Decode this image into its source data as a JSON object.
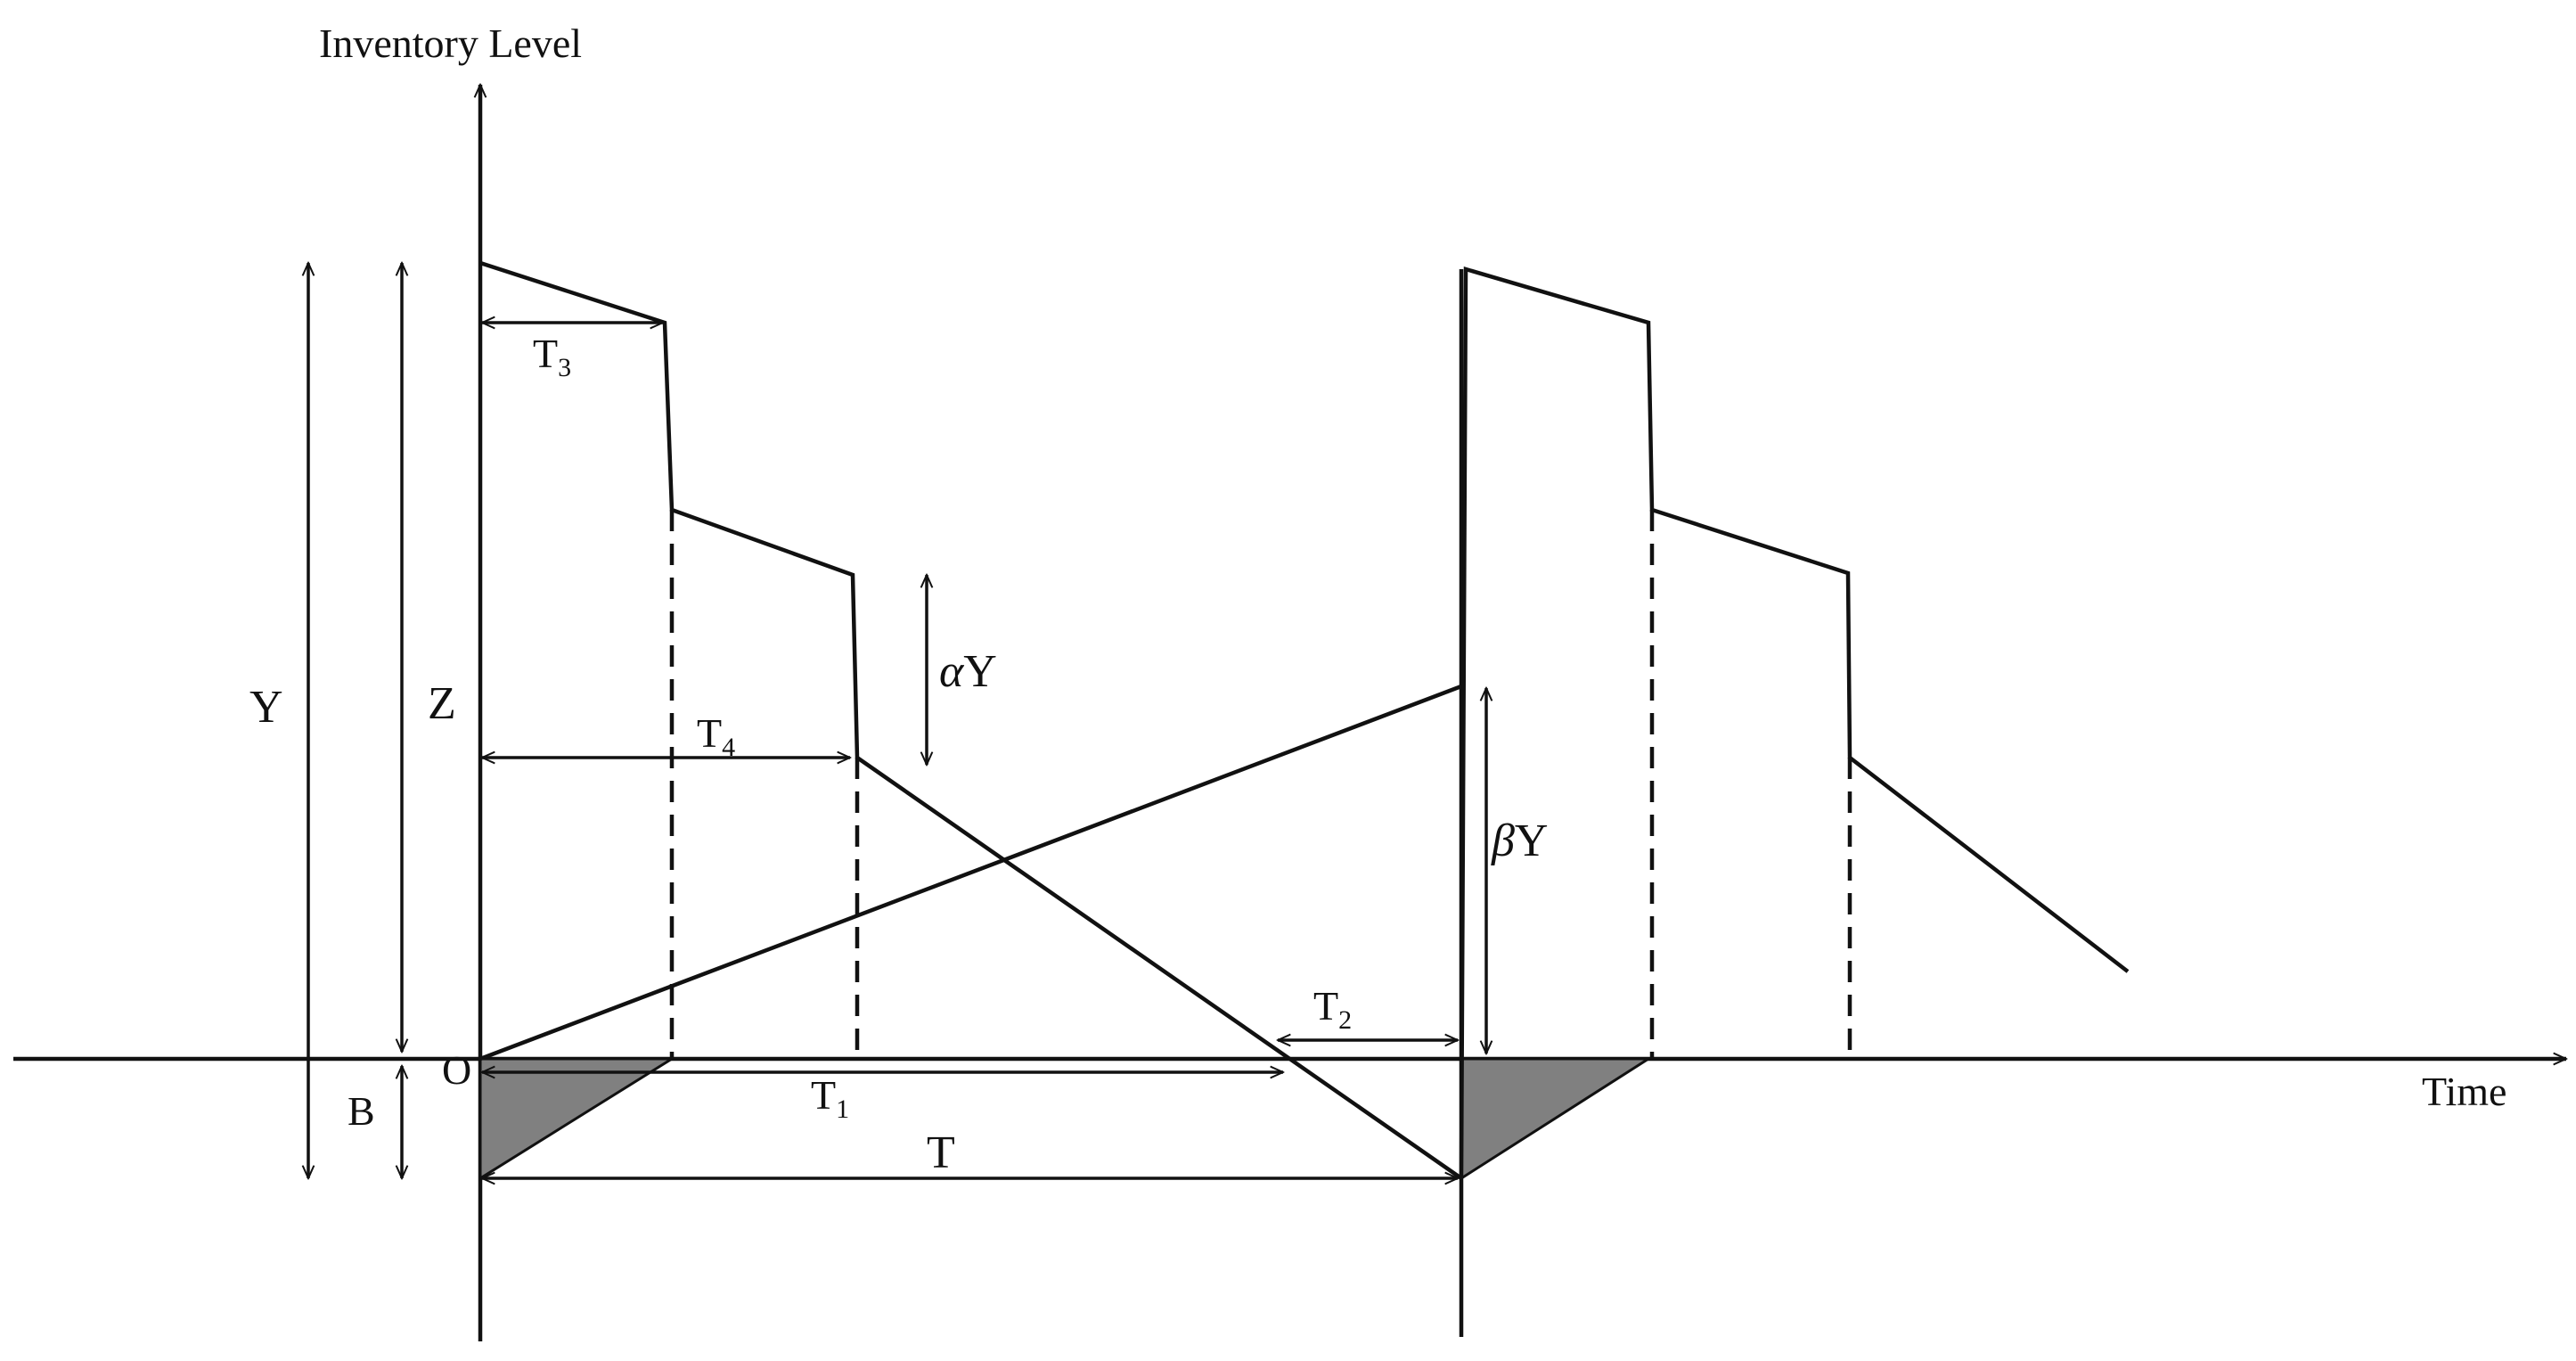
{
  "axes": {
    "y_label": "Inventory Level",
    "x_label": "Time",
    "origin_label": "O"
  },
  "dimensions": {
    "Y": "Y",
    "Z": "Z",
    "B": "B",
    "T": "T",
    "T1": {
      "main": "T",
      "sub": "1"
    },
    "T2": {
      "main": "T",
      "sub": "2"
    },
    "T3": {
      "main": "T",
      "sub": "3"
    },
    "T4": {
      "main": "T",
      "sub": "4"
    },
    "alphaY": {
      "greek": "α",
      "main": "Y"
    },
    "betaY": {
      "greek": "β",
      "main": "Y"
    }
  },
  "colors": {
    "line": "#111111",
    "shaded_region": "#808080",
    "background": "#ffffff"
  }
}
